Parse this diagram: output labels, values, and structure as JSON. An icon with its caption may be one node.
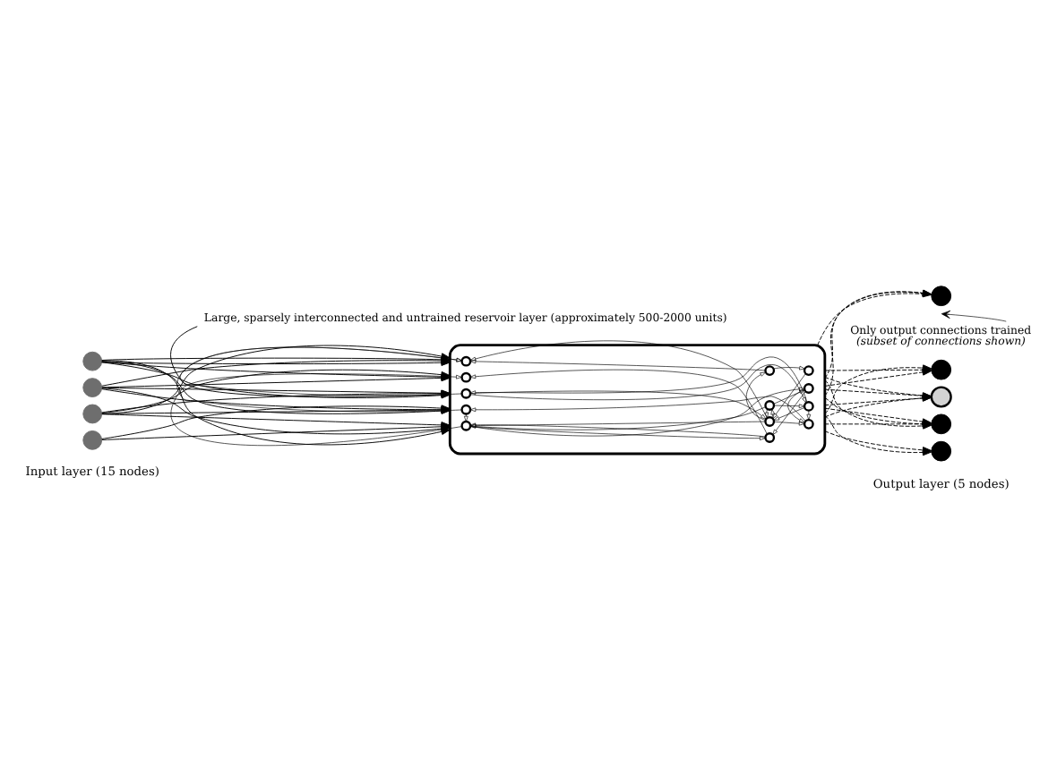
{
  "diagram": {
    "nodes": [
      {
        "text": [
          "Large, sparsely interconnected and untrained reservoir layer (approximately 500-2000 units)"
        ]
      },
      {
        "text": [],
        "shape": "circle"
      },
      {
        "text": [],
        "shape": "circle"
      },
      {
        "text": [],
        "shape": "circle"
      },
      {
        "text": [],
        "shape": "circle"
      },
      {
        "text": [],
        "shape": "box"
      },
      {
        "text": [],
        "shape": "circle",
        "in": 5
      },
      {
        "text": [],
        "shape": "circle",
        "in": 5
      },
      {
        "text": [],
        "shape": "circle",
        "in": 5
      },
      {
        "text": [],
        "shape": "circle",
        "in": 5
      },
      {
        "text": [],
        "shape": "circle",
        "in": 5
      },
      {
        "text": [],
        "shape": "circle",
        "in": 5
      },
      {
        "text": [],
        "shape": "circle",
        "in": 5
      },
      {
        "text": [],
        "shape": "circle",
        "in": 5
      },
      {
        "text": [],
        "shape": "circle",
        "in": 5
      },
      {
        "text": [],
        "shape": "circle",
        "in": 5
      },
      {
        "text": [],
        "shape": "circle",
        "in": 5
      },
      {
        "text": [],
        "shape": "circle",
        "in": 5
      },
      {
        "text": [],
        "shape": "circle",
        "in": 5
      },
      {
        "text": [],
        "shape": "circle"
      },
      {
        "text": [],
        "shape": "circle"
      },
      {
        "text": [],
        "shape": "circle"
      },
      {
        "text": [],
        "shape": "circle"
      },
      {
        "text": [],
        "shape": "circle"
      },
      {
        "text": [
          "Only output connections trained",
          "(subset of connections shown)"
        ]
      }
    ],
    "edges": [
      {
        "from": 0,
        "to": 5,
        "arrow": "to"
      },
      {
        "from": 1,
        "to": 5,
        "arrow": "to"
      },
      {
        "from": 1,
        "to": 5,
        "arrow": "to"
      },
      {
        "from": 1,
        "to": 5,
        "arrow": "to"
      },
      {
        "from": 1,
        "to": 5,
        "arrow": "to"
      },
      {
        "from": 1,
        "to": 5,
        "arrow": "to"
      },
      {
        "from": 1,
        "to": 5,
        "arrow": "to"
      },
      {
        "from": 2,
        "to": 5,
        "arrow": "to"
      },
      {
        "from": 2,
        "to": 5,
        "arrow": "to"
      },
      {
        "from": 2,
        "to": 5,
        "arrow": "to"
      },
      {
        "from": 2,
        "to": 5,
        "arrow": "to"
      },
      {
        "from": 2,
        "to": 5,
        "arrow": "to"
      },
      {
        "from": 3,
        "to": 5,
        "arrow": "to"
      },
      {
        "from": 3,
        "to": 5,
        "arrow": "to"
      },
      {
        "from": 3,
        "to": 5,
        "arrow": "to"
      },
      {
        "from": 3,
        "to": 5,
        "arrow": "to"
      },
      {
        "from": 3,
        "to": 5,
        "arrow": "to"
      },
      {
        "from": 4,
        "to": 5,
        "arrow": "to"
      },
      {
        "from": 4,
        "to": 5,
        "arrow": "to"
      },
      {
        "from": 6,
        "to": 9,
        "arrow": "to"
      },
      {
        "from": 6,
        "to": 11,
        "arrow": "to"
      },
      {
        "from": 11,
        "to": 6,
        "arrow": "to"
      },
      {
        "from": 6,
        "to": 10,
        "arrow": "to"
      },
      {
        "from": 7,
        "to": 8,
        "arrow": "to"
      },
      {
        "from": 7,
        "to": 9,
        "arrow": "to"
      },
      {
        "from": 10,
        "to": 7,
        "arrow": "to"
      },
      {
        "from": 8,
        "to": 10,
        "arrow": "to"
      },
      {
        "from": 10,
        "to": 9,
        "arrow": "to"
      },
      {
        "from": 11,
        "to": 10,
        "arrow": "to"
      },
      {
        "from": 10,
        "to": 14,
        "arrow": "to"
      },
      {
        "from": 14,
        "to": 10,
        "arrow": "to"
      },
      {
        "from": 10,
        "to": 13,
        "arrow": "to"
      },
      {
        "from": 10,
        "to": 15,
        "arrow": "to"
      },
      {
        "from": 11,
        "to": 13,
        "arrow": "to"
      },
      {
        "from": 14,
        "to": 11,
        "arrow": "to"
      },
      {
        "from": 13,
        "to": 12,
        "arrow": "to"
      },
      {
        "from": 12,
        "to": 9,
        "arrow": "to"
      },
      {
        "from": 12,
        "to": 15,
        "arrow": "to"
      },
      {
        "from": 14,
        "to": 15,
        "arrow": "to"
      },
      {
        "from": 15,
        "to": 16,
        "arrow": "to"
      },
      {
        "from": 15,
        "to": 17,
        "arrow": "to"
      },
      {
        "from": 15,
        "to": 18,
        "arrow": "to"
      },
      {
        "from": 18,
        "to": 15,
        "arrow": "to"
      },
      {
        "from": 18,
        "to": 16,
        "arrow": "to"
      },
      {
        "from": 17,
        "to": 18,
        "arrow": "to"
      },
      {
        "from": 17,
        "to": 13,
        "arrow": "to"
      },
      {
        "from": 14,
        "to": 17,
        "arrow": "to"
      },
      {
        "from": 5,
        "to": 19,
        "arrow": "to",
        "style": "dashed"
      },
      {
        "from": 5,
        "to": 19,
        "arrow": "to",
        "style": "dashed"
      },
      {
        "from": 5,
        "to": 19,
        "arrow": "to",
        "style": "dashed"
      },
      {
        "from": 5,
        "to": 20,
        "arrow": "to",
        "style": "dashed"
      },
      {
        "from": 5,
        "to": 20,
        "arrow": "to",
        "style": "dashed"
      },
      {
        "from": 5,
        "to": 20,
        "arrow": "to",
        "style": "dashed"
      },
      {
        "from": 5,
        "to": 21,
        "arrow": "to",
        "style": "dashed"
      },
      {
        "from": 5,
        "to": 21,
        "arrow": "to",
        "style": "dashed"
      },
      {
        "from": 5,
        "to": 21,
        "arrow": "to",
        "style": "dashed"
      },
      {
        "from": 5,
        "to": 21,
        "arrow": "to",
        "style": "dashed"
      },
      {
        "from": 5,
        "to": 22,
        "arrow": "to",
        "style": "dashed"
      },
      {
        "from": 5,
        "to": 22,
        "arrow": "to",
        "style": "dashed"
      },
      {
        "from": 5,
        "to": 22,
        "arrow": "to",
        "style": "dashed"
      },
      {
        "from": 5,
        "to": 22,
        "arrow": "to",
        "style": "dashed"
      },
      {
        "from": 5,
        "to": 23,
        "arrow": "to",
        "style": "dashed"
      },
      {
        "from": 5,
        "to": 23,
        "arrow": "to",
        "style": "dashed"
      },
      {
        "from": 24,
        "to": null,
        "arrow": "to"
      }
    ],
    "labels": [
      "Input layer (15 nodes)",
      "Output layer (5 nodes)"
    ]
  }
}
